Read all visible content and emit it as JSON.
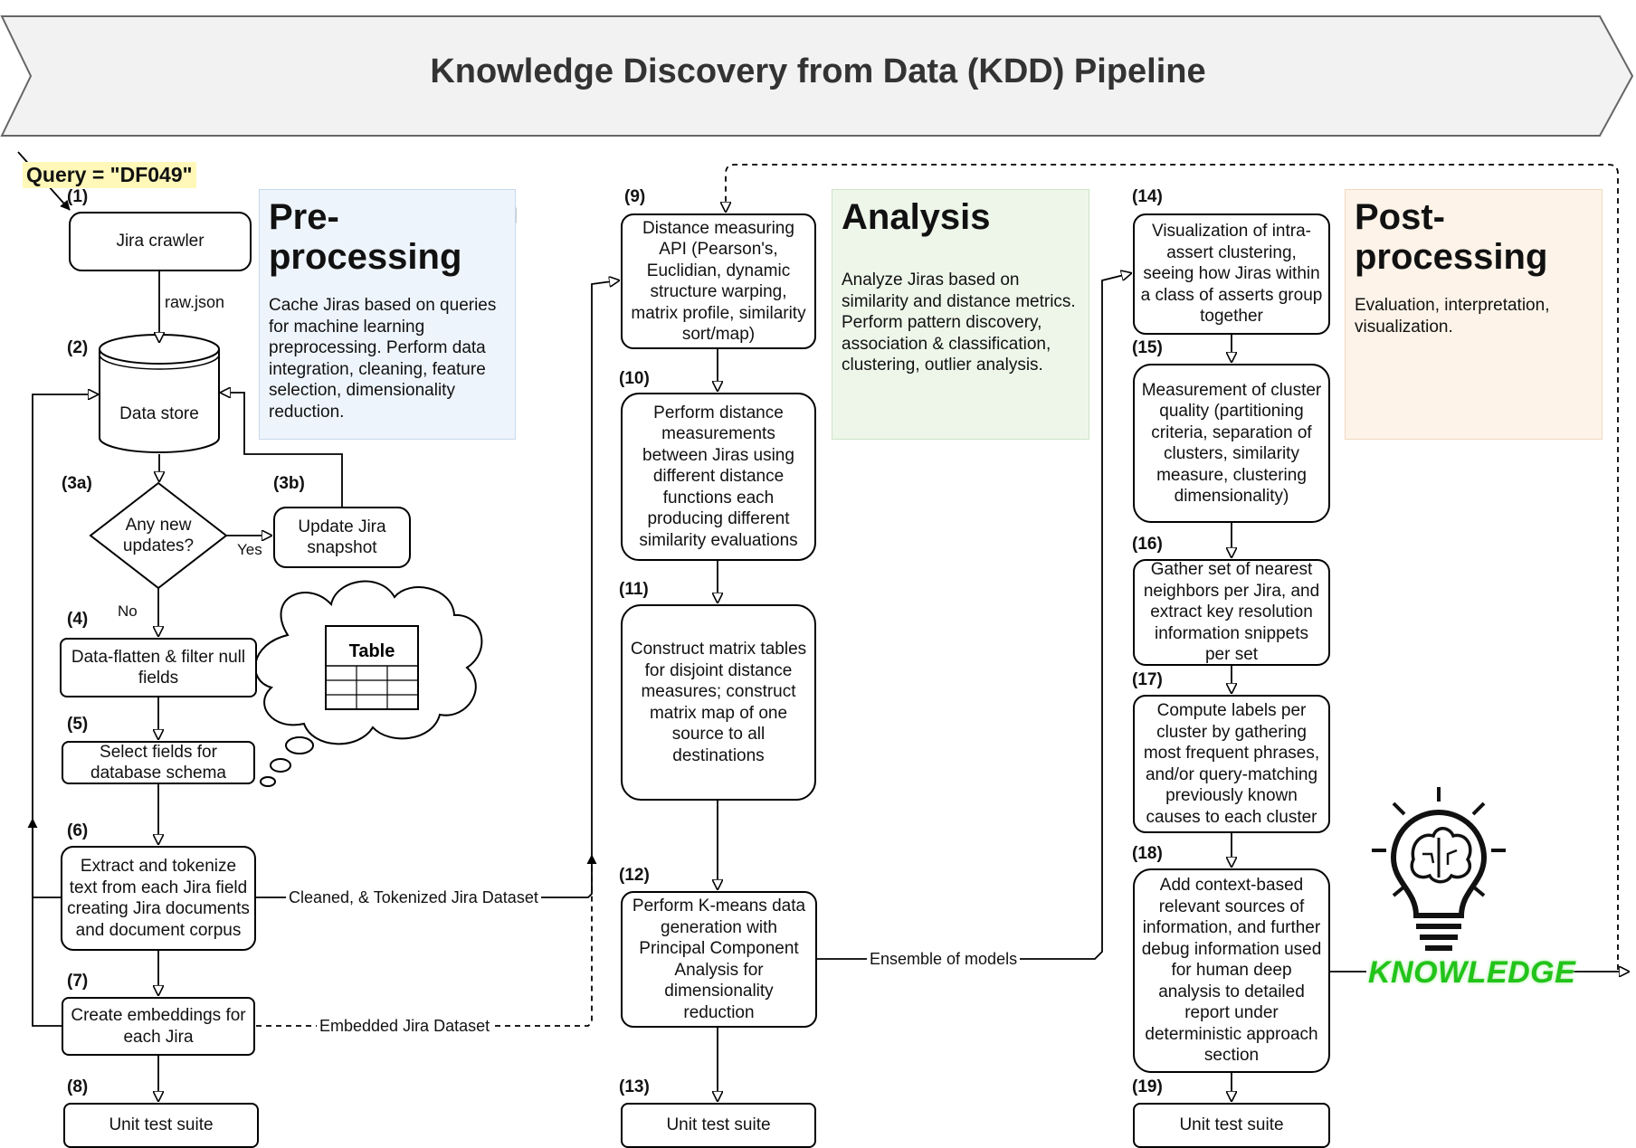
{
  "title": "Knowledge Discovery from Data (KDD) Pipeline",
  "query": "Query = \"DF049\"",
  "panels": {
    "pre": {
      "heading_1": "Pre-",
      "heading_2": "processing",
      "body": "Cache Jiras based on queries for machine learning preprocessing. Perform data integration, cleaning, feature selection, dimensionality reduction."
    },
    "analysis": {
      "heading": "Analysis",
      "body": "Analyze Jiras based on similarity and distance metrics. Perform pattern discovery, association & classification, clustering, outlier analysis."
    },
    "post": {
      "heading_1": "Post-",
      "heading_2": "processing",
      "body": "Evaluation, interpretation, visualization."
    }
  },
  "steps": {
    "s1": {
      "num": "(1)",
      "lines": [
        "Jira crawler"
      ]
    },
    "s2": {
      "num": "(2)",
      "lines": [
        "Data store"
      ]
    },
    "s3a": {
      "num": "(3a)",
      "lines": [
        "Any new",
        "updates?"
      ]
    },
    "s3b": {
      "num": "(3b)",
      "lines": [
        "Update Jira",
        "snapshot"
      ]
    },
    "s4": {
      "num": "(4)",
      "lines": [
        "Data-flatten & filter null",
        "fields"
      ]
    },
    "s5": {
      "num": "(5)",
      "lines": [
        "Select fields for",
        "database schema"
      ]
    },
    "s6": {
      "num": "(6)",
      "lines": [
        "Extract and tokenize",
        "text from each Jira field",
        "creating Jira documents",
        "and document corpus"
      ]
    },
    "s7": {
      "num": "(7)",
      "lines": [
        "Create embeddings for",
        "each Jira"
      ]
    },
    "s8": {
      "num": "(8)",
      "lines": [
        "Unit test suite"
      ]
    },
    "s9": {
      "num": "(9)",
      "lines": [
        "Distance measuring",
        "API (Pearson's,",
        "Euclidian, dynamic",
        "structure warping,",
        "matrix profile, similarity",
        "sort/map)"
      ]
    },
    "s10": {
      "num": "(10)",
      "lines": [
        "Perform distance",
        "measurements",
        "between Jiras using",
        "different distance",
        "functions each",
        "producing different",
        "similarity evaluations"
      ]
    },
    "s11": {
      "num": "(11)",
      "lines": [
        "Construct matrix tables",
        "for disjoint distance",
        "measures; construct",
        "matrix map of one",
        "source to all",
        "destinations"
      ]
    },
    "s12": {
      "num": "(12)",
      "lines": [
        "Perform K-means data",
        "generation with",
        "Principal Component",
        "Analysis for",
        "dimensionality",
        "reduction"
      ]
    },
    "s13": {
      "num": "(13)",
      "lines": [
        "Unit test suite"
      ]
    },
    "s14": {
      "num": "(14)",
      "lines": [
        "Visualization of intra-",
        "assert clustering,",
        "seeing how Jiras within",
        "a class of asserts group",
        "together"
      ]
    },
    "s15": {
      "num": "(15)",
      "lines": [
        "Measurement of cluster",
        "quality (partitioning",
        "criteria, separation of",
        "clusters, similarity",
        "measure, clustering",
        "dimensionality)"
      ]
    },
    "s16": {
      "num": "(16)",
      "lines": [
        "Gather set of nearest",
        "neighbors per Jira, and",
        "extract key resolution",
        "information snippets",
        "per set"
      ]
    },
    "s17": {
      "num": "(17)",
      "lines": [
        "Compute labels per",
        "cluster by gathering",
        "most frequent phrases,",
        "and/or query-matching",
        "previously known",
        "causes to each cluster"
      ]
    },
    "s18": {
      "num": "(18)",
      "lines": [
        "Add context-based",
        "relevant sources of",
        "information, and further",
        "debug information used",
        "for human deep",
        "analysis to detailed",
        "report under",
        "deterministic approach",
        "section"
      ]
    },
    "s19": {
      "num": "(19)",
      "lines": [
        "Unit test suite"
      ]
    }
  },
  "edge_labels": {
    "raw": "raw.json",
    "yes": "Yes",
    "no": "No",
    "cleaned": "Cleaned, & Tokenized Jira Dataset",
    "embedded": "Embedded Jira Dataset",
    "ensemble": "Ensemble of models"
  },
  "cloud_label": "Table",
  "knowledge_label": "KNOWLEDGE",
  "icons": {
    "pre": "funnel-icon",
    "analysis": "gear-network-icon",
    "post": "bar-pie-chart-icon",
    "knowledge": "lightbulb-brain-icon"
  },
  "colors": {
    "pre_panel": "#eef4fb",
    "analysis_panel": "#eef6ea",
    "post_panel": "#fdf3e8",
    "query_highlight": "#fff8b8",
    "knowledge_text": "#22c31a",
    "analysis_icon": "#3f8f35"
  }
}
